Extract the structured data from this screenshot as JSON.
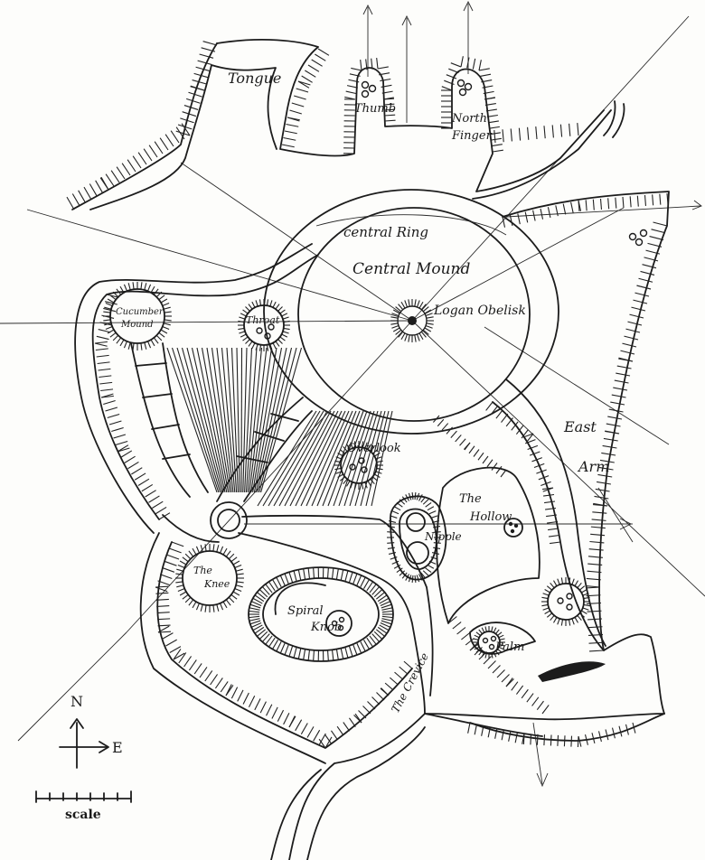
{
  "map": {
    "labels": {
      "tongue": "Tongue",
      "thumb": "Thumb",
      "north_finger_line1": "North",
      "north_finger_line2": "Finger",
      "central_ring": "central Ring",
      "central_mound": "Central Mound",
      "logan_obelisk": "Logan Obelisk",
      "cucumber_line1": "Cucumber",
      "cucumber_line2": "Mound",
      "throat": "Throat",
      "overlook": "Overlook",
      "the_hollow_line1": "The",
      "the_hollow_line2": "Hollow",
      "east_arm_line1": "East",
      "east_arm_line2": "Arm",
      "nipple": "Nipple",
      "the_knee_line1": "The",
      "the_knee_line2": "Knee",
      "spiral_knob_line1": "Spiral",
      "spiral_knob_line2": "Knob",
      "palm": "Palm",
      "the_crevice": "The Crevice"
    },
    "compass": {
      "north": "N",
      "east": "E"
    },
    "scale_label": "scale",
    "ink_color": "#1c1c1c",
    "paper_color": "#fdfdfb"
  }
}
